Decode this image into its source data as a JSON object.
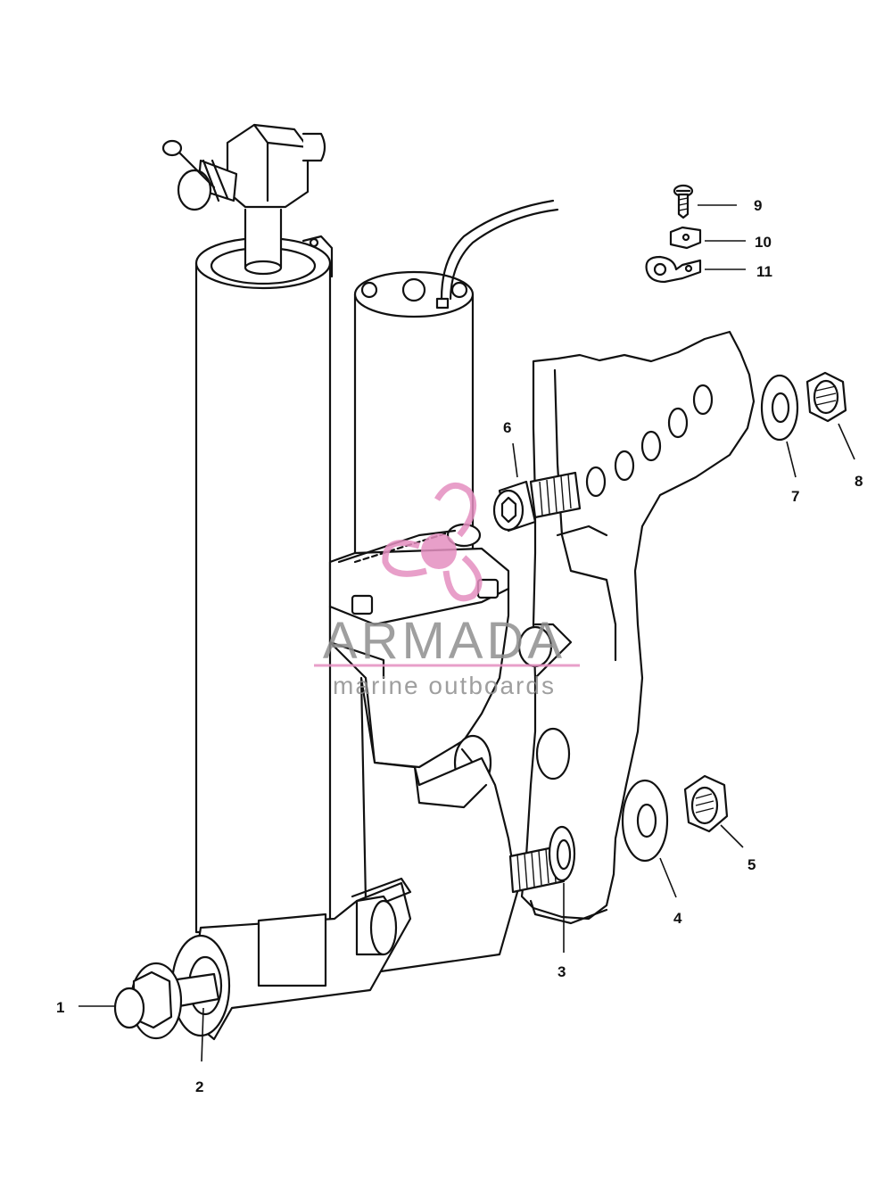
{
  "parts": [
    {
      "number": "1"
    },
    {
      "number": "2"
    },
    {
      "number": "3"
    },
    {
      "number": "4"
    },
    {
      "number": "5"
    },
    {
      "number": "6"
    },
    {
      "number": "7"
    },
    {
      "number": "8"
    },
    {
      "number": "9"
    },
    {
      "number": "10"
    },
    {
      "number": "11"
    }
  ],
  "watermark": {
    "brand": "ARMADA",
    "tagline": "marine outboards",
    "brand_color": "#8f8f8f",
    "accent_color": "#e58fc0"
  }
}
